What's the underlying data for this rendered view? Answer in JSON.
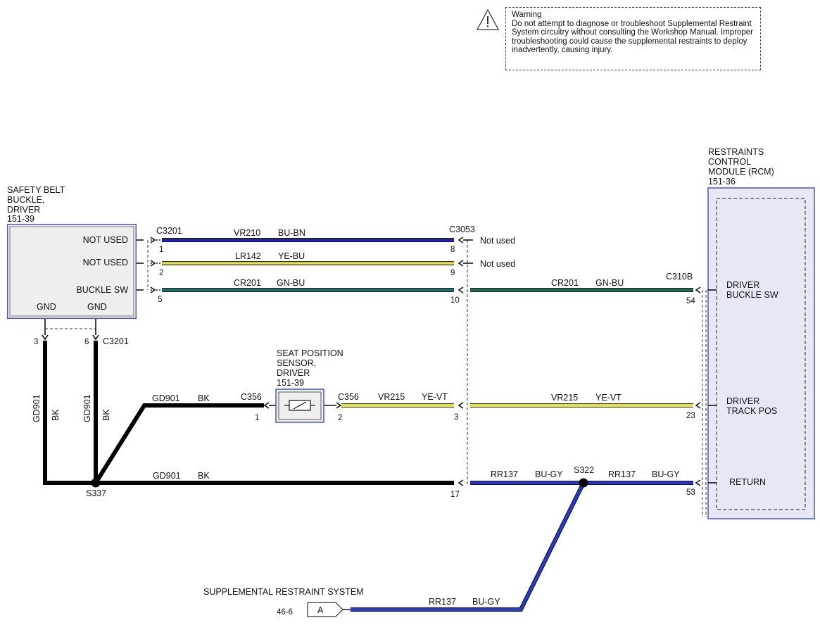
{
  "warning": {
    "icon": "warning-triangle-icon",
    "title": "Warning",
    "text": "Do not attempt to diagnose or troubleshoot Supplemental Restraint System circuitry without consulting the Workshop Manual. Improper troubleshooting could cause the supplemental restraints to deploy inadvertently, causing injury."
  },
  "buckle": {
    "label_lines": [
      "SAFETY BELT",
      "BUCKLE,",
      "DRIVER",
      "151-39"
    ],
    "pins": [
      "NOT USED",
      "NOT USED",
      "BUCKLE SW"
    ],
    "gnd1": "GND",
    "gnd2": "GND"
  },
  "rcm": {
    "label_lines": [
      "RESTRAINTS",
      "CONTROL",
      "MODULE (RCM)",
      "151-36"
    ],
    "pins": [
      {
        "l1": "DRIVER",
        "l2": "BUCKLE SW"
      },
      {
        "l1": "DRIVER",
        "l2": "TRACK POS"
      },
      {
        "l1": "RETURN",
        "l2": ""
      }
    ],
    "connector": "C310B",
    "pin_buckle": "54",
    "pin_track": "23",
    "pin_return": "53"
  },
  "sensor": {
    "label_lines": [
      "SEAT POSITION",
      "SENSOR,",
      "DRIVER",
      "151-39"
    ],
    "conn_left": "C356",
    "conn_right": "C356",
    "pin_left": "1",
    "pin_right": "2"
  },
  "connectors": {
    "c3201": "C3201",
    "c3053": "C3053",
    "c3201_bottom": "C3201",
    "pins_left": [
      "1",
      "2",
      "5"
    ],
    "pins_right": [
      "8",
      "9",
      "10",
      "3",
      "17"
    ],
    "pins_gnd": [
      "3",
      "6"
    ],
    "not_used": "Not used"
  },
  "wires": {
    "w1": {
      "circuit": "VR210",
      "color": "BU-BN"
    },
    "w2": {
      "circuit": "LR142",
      "color": "YE-BU"
    },
    "w3": {
      "circuit": "CR201",
      "color": "GN-BU"
    },
    "w3b": {
      "circuit": "CR201",
      "color": "GN-BU"
    },
    "gd_a": {
      "circuit": "GD901",
      "color": "BK"
    },
    "gd_b": {
      "circuit": "GD901",
      "color": "BK"
    },
    "gd_c": {
      "circuit": "GD901",
      "color": "BK"
    },
    "gd_d": {
      "circuit": "GD901",
      "color": "BK"
    },
    "vr215a": {
      "circuit": "VR215",
      "color": "YE-VT"
    },
    "vr215b": {
      "circuit": "VR215",
      "color": "YE-VT"
    },
    "rr_a": {
      "circuit": "RR137",
      "color": "BU-GY"
    },
    "rr_b": {
      "circuit": "RR137",
      "color": "BU-GY"
    },
    "rr_c": {
      "circuit": "RR137",
      "color": "BU-GY"
    }
  },
  "splices": {
    "s337": "S337",
    "s322": "S322"
  },
  "srs": {
    "label": "SUPPLEMENTAL RESTRAINT SYSTEM",
    "ref": "46-6",
    "tag": "A"
  },
  "colors": {
    "blue": "#2222bb",
    "yellow": "#e6e04a",
    "green": "#1f6b4e",
    "black": "#000000",
    "box_fill": "#eeeeee",
    "box_border": "#4a5aa8",
    "rcm_fill": "#e6e9f5"
  }
}
